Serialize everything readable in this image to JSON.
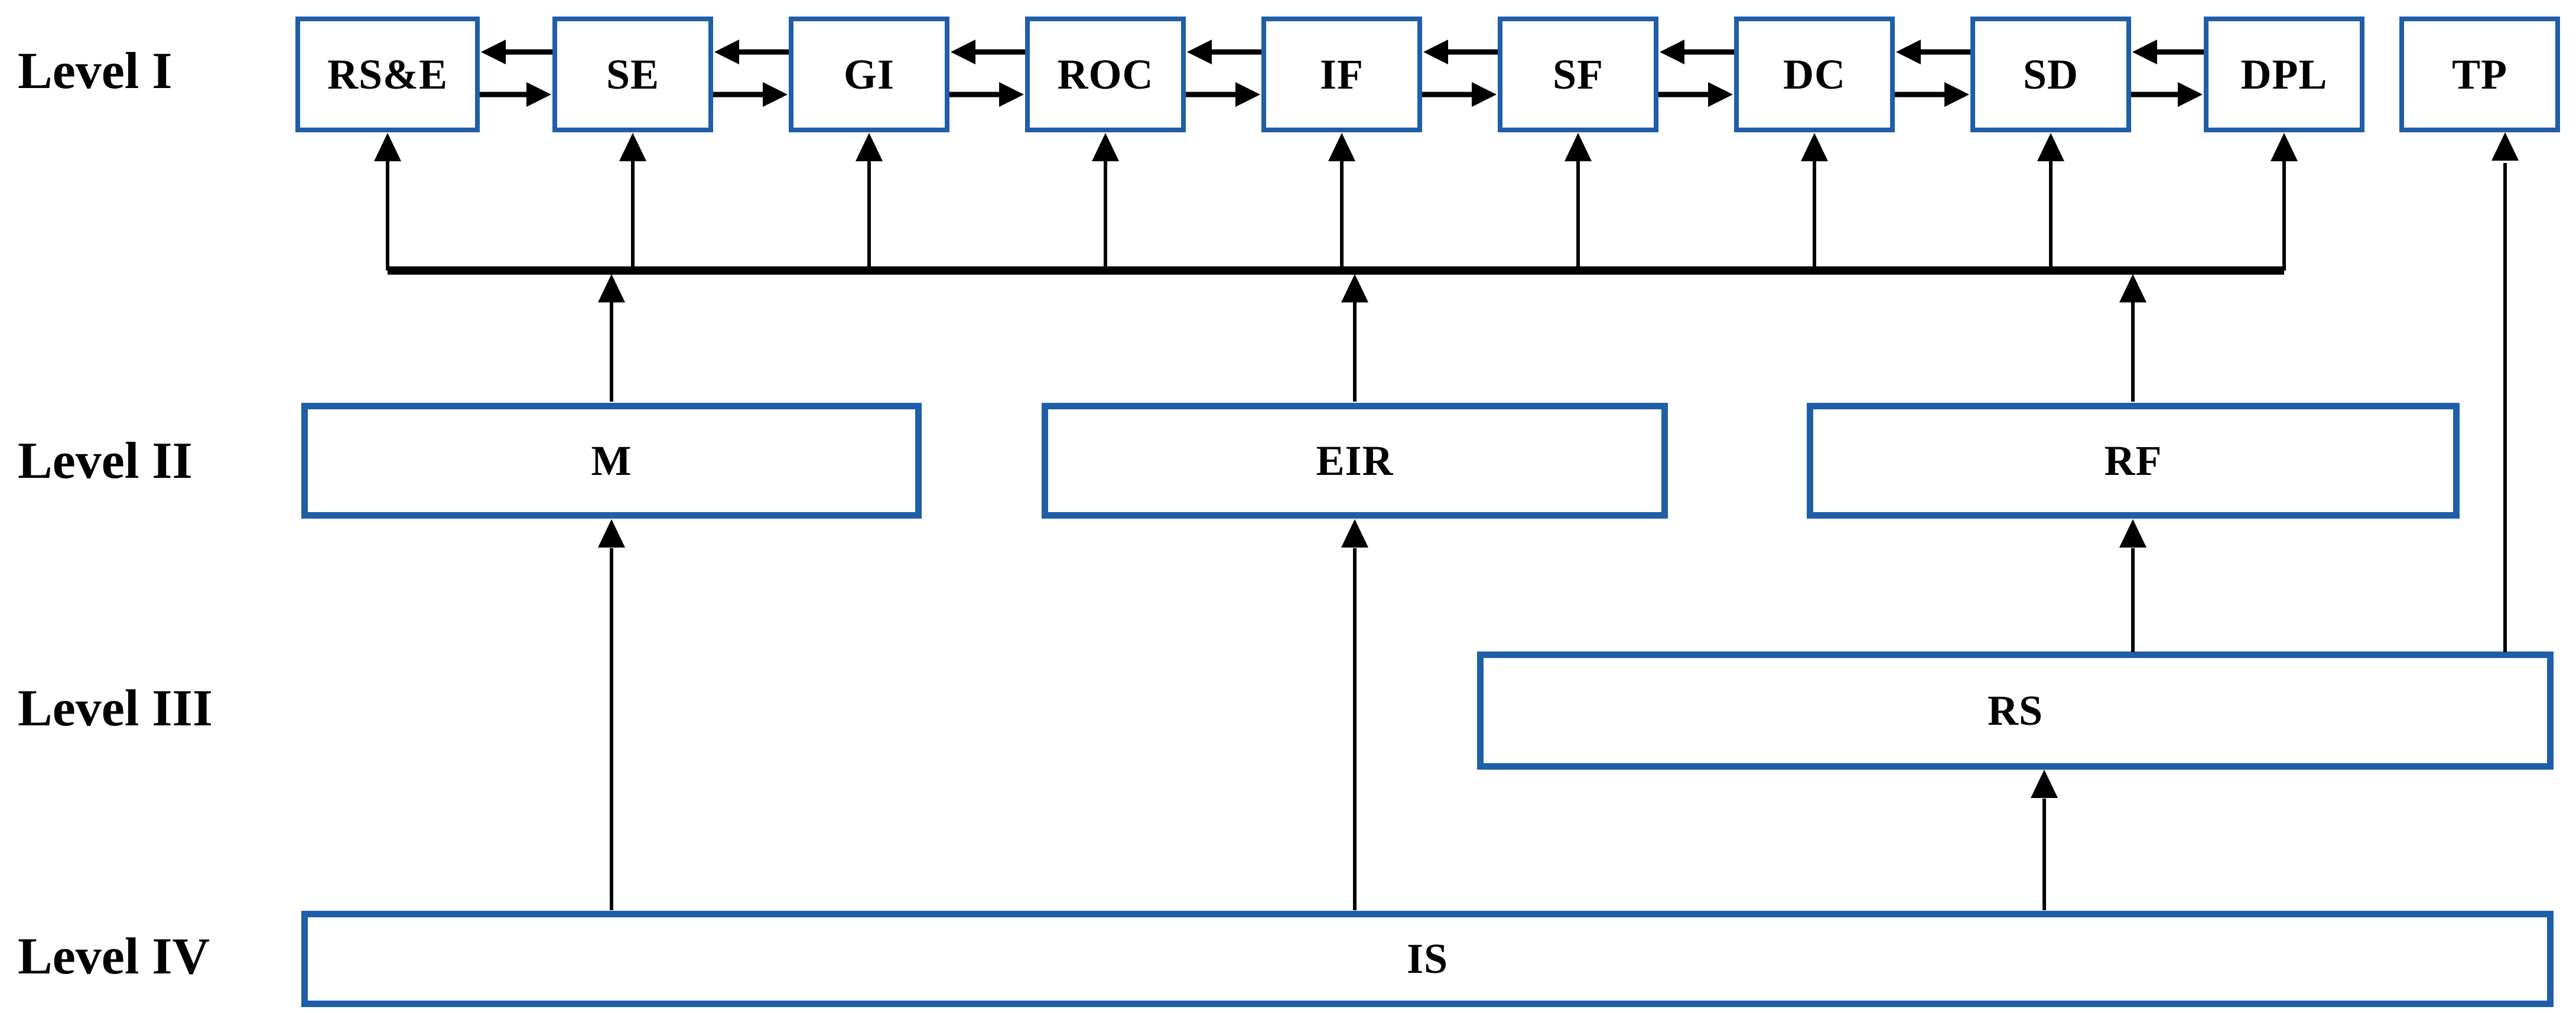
{
  "figure": {
    "background": "#ffffff",
    "box_border_color": "#1f5ea8",
    "line_color": "#000000",
    "text_color": "#000000"
  },
  "row_labels": [
    {
      "id": "level-1",
      "label": "Level I"
    },
    {
      "id": "level-2",
      "label": "Level II"
    },
    {
      "id": "level-3",
      "label": "Level III"
    },
    {
      "id": "level-4",
      "label": "Level IV"
    }
  ],
  "level1_boxes": [
    {
      "id": "rse",
      "label": "RS&E"
    },
    {
      "id": "se",
      "label": "SE"
    },
    {
      "id": "gi",
      "label": "GI"
    },
    {
      "id": "roc",
      "label": "ROC"
    },
    {
      "id": "if",
      "label": "IF"
    },
    {
      "id": "sf",
      "label": "SF"
    },
    {
      "id": "dc",
      "label": "DC"
    },
    {
      "id": "sd",
      "label": "SD"
    },
    {
      "id": "dpl",
      "label": "DPL"
    },
    {
      "id": "tp",
      "label": "TP"
    }
  ],
  "level2_boxes": [
    {
      "id": "m",
      "label": "M"
    },
    {
      "id": "eir",
      "label": "EIR"
    },
    {
      "id": "rf",
      "label": "RF"
    }
  ],
  "level3_boxes": [
    {
      "id": "rs",
      "label": "RS"
    }
  ],
  "level4_boxes": [
    {
      "id": "is",
      "label": "IS"
    }
  ],
  "connections": [
    {
      "from": "RS&E",
      "to": "SE",
      "type": "bidirectional"
    },
    {
      "from": "SE",
      "to": "GI",
      "type": "bidirectional"
    },
    {
      "from": "GI",
      "to": "ROC",
      "type": "bidirectional"
    },
    {
      "from": "ROC",
      "to": "IF",
      "type": "bidirectional"
    },
    {
      "from": "IF",
      "to": "SF",
      "type": "bidirectional"
    },
    {
      "from": "SF",
      "to": "DC",
      "type": "bidirectional"
    },
    {
      "from": "DC",
      "to": "SD",
      "type": "bidirectional"
    },
    {
      "from": "SD",
      "to": "DPL",
      "type": "bidirectional"
    },
    {
      "from": "M",
      "to": "level1-bus",
      "type": "up"
    },
    {
      "from": "EIR",
      "to": "level1-bus",
      "type": "up"
    },
    {
      "from": "RF",
      "to": "level1-bus",
      "type": "up"
    },
    {
      "from": "level1-bus",
      "to": "RS&E",
      "type": "up"
    },
    {
      "from": "level1-bus",
      "to": "SE",
      "type": "up"
    },
    {
      "from": "level1-bus",
      "to": "GI",
      "type": "up"
    },
    {
      "from": "level1-bus",
      "to": "ROC",
      "type": "up"
    },
    {
      "from": "level1-bus",
      "to": "IF",
      "type": "up"
    },
    {
      "from": "level1-bus",
      "to": "SF",
      "type": "up"
    },
    {
      "from": "level1-bus",
      "to": "DC",
      "type": "up"
    },
    {
      "from": "level1-bus",
      "to": "SD",
      "type": "up"
    },
    {
      "from": "level1-bus",
      "to": "DPL",
      "type": "up"
    },
    {
      "from": "IS",
      "to": "M",
      "type": "up"
    },
    {
      "from": "IS",
      "to": "EIR",
      "type": "up"
    },
    {
      "from": "IS",
      "to": "RS",
      "type": "up"
    },
    {
      "from": "RS",
      "to": "RF",
      "type": "up"
    },
    {
      "from": "RS",
      "to": "TP",
      "type": "up"
    }
  ]
}
